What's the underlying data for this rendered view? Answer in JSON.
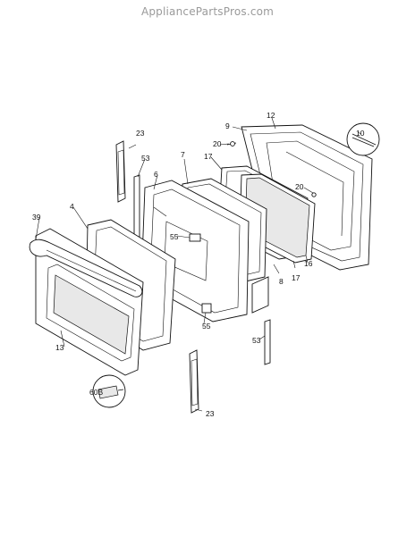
{
  "watermark": "AppliancePartsPros.com",
  "callouts": {
    "c4": "4",
    "c6": "6",
    "c7": "7",
    "c8": "8",
    "c9": "9",
    "c10": "10",
    "c12": "12",
    "c13": "13",
    "c16": "16",
    "c17a": "17",
    "c17b": "17",
    "c20a": "20",
    "c20b": "20",
    "c23a": "23",
    "c23b": "23",
    "c39": "39",
    "c53a": "53",
    "c53b": "53",
    "c55a": "55",
    "c55b": "55",
    "c60b": "60B"
  }
}
